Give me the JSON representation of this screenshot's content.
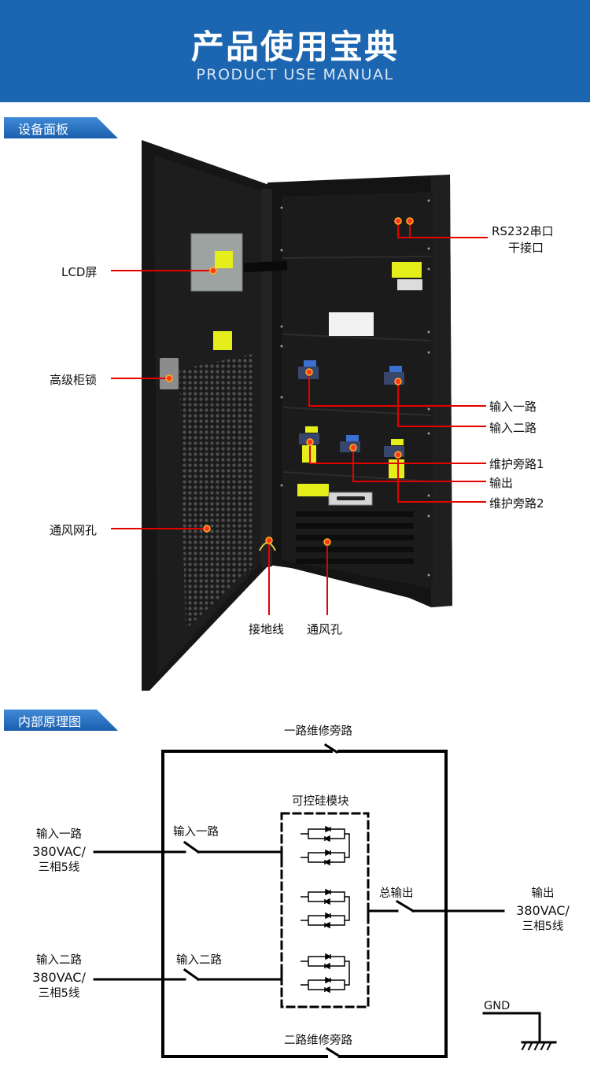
{
  "header": {
    "title": "产品使用宝典",
    "subtitle": "PRODUCT USE MANUAL",
    "background_color": "#1c66b1"
  },
  "sections": [
    {
      "id": "panel",
      "label": "设备面板"
    },
    {
      "id": "schematic",
      "label": "内部原理图"
    }
  ],
  "panel": {
    "callout_color": "#e50000",
    "left_callouts": [
      {
        "id": "lcd",
        "label": "LCD屏"
      },
      {
        "id": "lock",
        "label": "高级柜锁"
      },
      {
        "id": "vent-mesh",
        "label": "通风网孔"
      }
    ],
    "right_callouts": [
      {
        "id": "rs232",
        "label": "RS232串口"
      },
      {
        "id": "dry-contact",
        "label": "干接口"
      },
      {
        "id": "input1",
        "label": "输入一路"
      },
      {
        "id": "input2",
        "label": "输入二路"
      },
      {
        "id": "bypass1",
        "label": "维护旁路1"
      },
      {
        "id": "output",
        "label": "输出"
      },
      {
        "id": "bypass2",
        "label": "维护旁路2"
      }
    ],
    "bottom_callouts": [
      {
        "id": "ground",
        "label": "接地线"
      },
      {
        "id": "vent",
        "label": "通风孔"
      }
    ]
  },
  "schematic": {
    "bypass1_label": "一路维修旁路",
    "bypass2_label": "二路维修旁路",
    "scr_module_label": "可控硅模块",
    "input1": {
      "switch_label": "输入一路",
      "source_line1": "输入一路",
      "source_line2": "380VAC/",
      "source_line3": "三相5线"
    },
    "input2": {
      "switch_label": "输入二路",
      "source_line1": "输入二路",
      "source_line2": "380VAC/",
      "source_line3": "三相5线"
    },
    "output": {
      "switch_label": "总输出",
      "line1": "输出",
      "line2": "380VAC/",
      "line3": "三相5线"
    },
    "gnd_label": "GND"
  }
}
